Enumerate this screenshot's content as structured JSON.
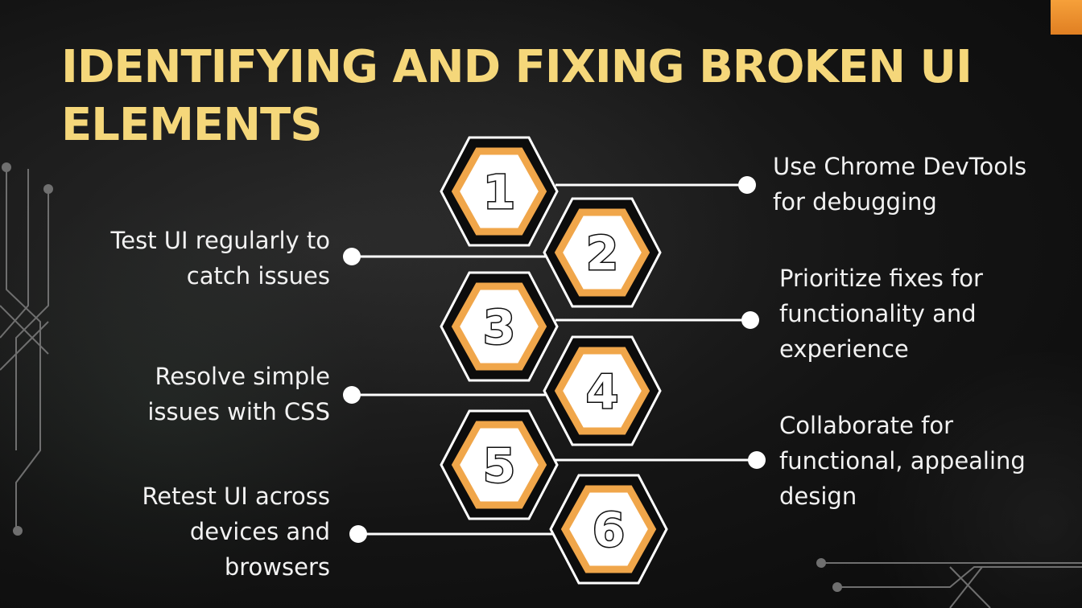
{
  "slide": {
    "title": "IDENTIFYING AND FIXING BROKEN UI ELEMENTS",
    "accent_color": "#f5d77a",
    "hex_border_color": "#f0a64a",
    "steps": [
      {
        "number": "1",
        "text": "Use Chrome DevTools for debugging"
      },
      {
        "number": "2",
        "text": "Test UI regularly to catch issues"
      },
      {
        "number": "3",
        "text": "Prioritize fixes for functionality and experience"
      },
      {
        "number": "4",
        "text": "Resolve simple issues with CSS"
      },
      {
        "number": "5",
        "text": "Collaborate for functional, appealing design"
      },
      {
        "number": "6",
        "text": "Retest UI across devices and browsers"
      }
    ]
  }
}
